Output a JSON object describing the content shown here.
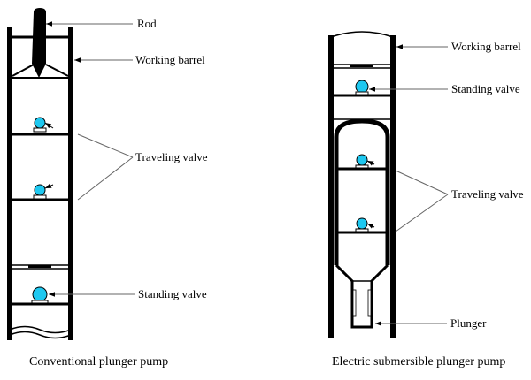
{
  "left_pump": {
    "caption": "Conventional plunger pump",
    "labels": {
      "rod": "Rod",
      "working_barrel": "Working barrel",
      "traveling_valve": "Traveling valve",
      "standing_valve": "Standing valve"
    }
  },
  "right_pump": {
    "caption": "Electric submersible plunger pump",
    "labels": {
      "working_barrel": "Working barrel",
      "standing_valve": "Standing valve",
      "traveling_valve": "Traveling valve",
      "plunger": "Plunger"
    }
  },
  "colors": {
    "valve_ball": "#1ec8f0",
    "structure": "#000000",
    "leader_line": "#666666"
  }
}
